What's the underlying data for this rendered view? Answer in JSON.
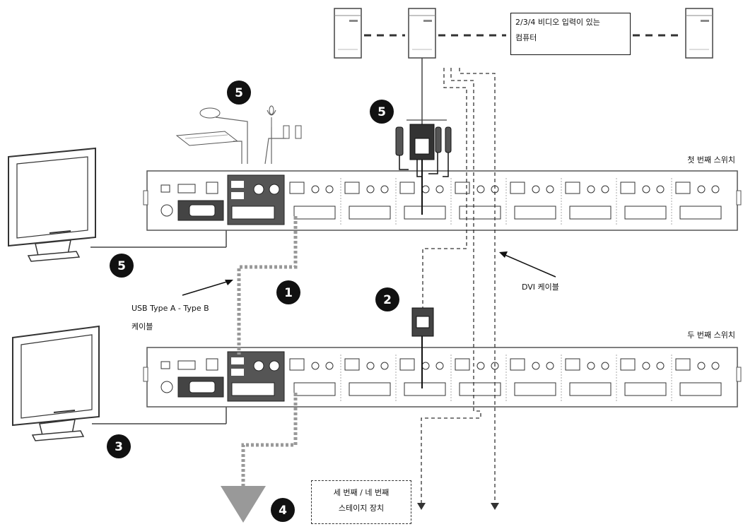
{
  "labels": {
    "pc_callout_line1": "2/3/4 비디오 입력이 있는",
    "pc_callout_line2": "컴퓨터",
    "first_switch": "첫 번째 스위치",
    "second_switch": "두 번째 스위치",
    "dvi_cable": "DVI 케이블",
    "usb_cable_line1": "USB Type A - Type B",
    "usb_cable_line2": "케이블",
    "cascade_line1": "세 번째 / 네 번째",
    "cascade_line2": "스테이지 장치"
  },
  "badges": {
    "b5_top_left": "5",
    "b5_top_mid": "5",
    "b5_monitor": "5",
    "b1": "1",
    "b2": "2",
    "b3": "3",
    "b4": "4"
  }
}
